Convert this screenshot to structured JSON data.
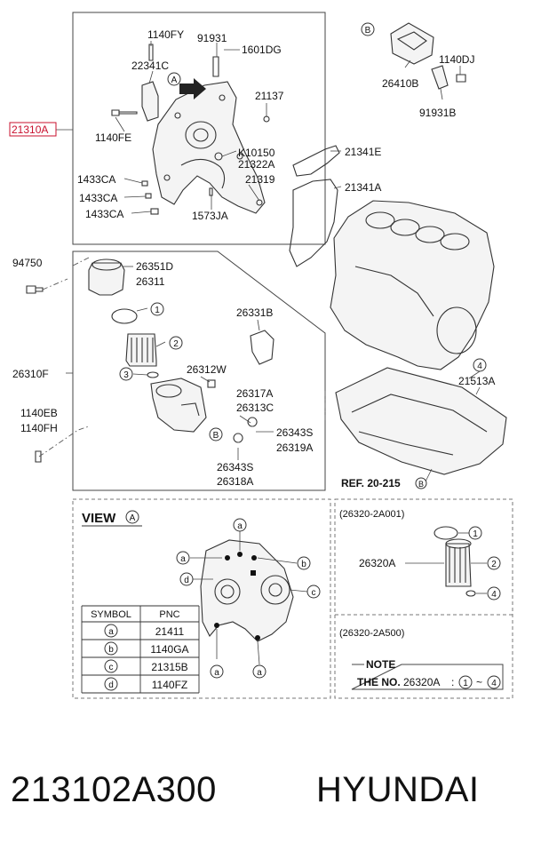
{
  "callouts": [
    {
      "id": "p1140FY",
      "text": "1140FY"
    },
    {
      "id": "p91931",
      "text": "91931"
    },
    {
      "id": "p1601DG",
      "text": "1601DG"
    },
    {
      "id": "p22341C",
      "text": "22341C"
    },
    {
      "id": "p21137",
      "text": "21137"
    },
    {
      "id": "p1140FE",
      "text": "1140FE"
    },
    {
      "id": "pK10150",
      "text": "K10150"
    },
    {
      "id": "p21322A",
      "text": "21322A"
    },
    {
      "id": "p21319",
      "text": "21319"
    },
    {
      "id": "p1433CA_1",
      "text": "1433CA"
    },
    {
      "id": "p1433CA_2",
      "text": "1433CA"
    },
    {
      "id": "p1433CA_3",
      "text": "1433CA"
    },
    {
      "id": "p1573JA",
      "text": "1573JA"
    },
    {
      "id": "p26410B",
      "text": "26410B"
    },
    {
      "id": "p1140DJ",
      "text": "1140DJ"
    },
    {
      "id": "p91931B",
      "text": "91931B"
    },
    {
      "id": "p21341E",
      "text": "21341E"
    },
    {
      "id": "p21341A",
      "text": "21341A"
    },
    {
      "id": "p94750",
      "text": "94750"
    },
    {
      "id": "p26351D",
      "text": "26351D"
    },
    {
      "id": "p26311",
      "text": "26311"
    },
    {
      "id": "p26331B",
      "text": "26331B"
    },
    {
      "id": "p26310F",
      "text": "26310F"
    },
    {
      "id": "p26312W",
      "text": "26312W"
    },
    {
      "id": "p26317A",
      "text": "26317A"
    },
    {
      "id": "p26313C",
      "text": "26313C"
    },
    {
      "id": "p1140EB",
      "text": "1140EB"
    },
    {
      "id": "p1140FH",
      "text": "1140FH"
    },
    {
      "id": "p26343S_1",
      "text": "26343S"
    },
    {
      "id": "p26319A",
      "text": "26319A"
    },
    {
      "id": "p26343S_2",
      "text": "26343S"
    },
    {
      "id": "p26318A",
      "text": "26318A"
    },
    {
      "id": "p21513A",
      "text": "21513A"
    },
    {
      "id": "pREF",
      "text": "REF. 20-215"
    }
  ],
  "highlighted_part": "21310A",
  "markers": {
    "A": "A",
    "B": "B",
    "n1": "1",
    "n2": "2",
    "n3": "3",
    "n4": "4",
    "a": "a",
    "b": "b",
    "c": "c",
    "d": "d"
  },
  "view_title": "VIEW",
  "table": {
    "headers": [
      "SYMBOL",
      "PNC"
    ],
    "rows": [
      {
        "symbol": "a",
        "pnc": "21411"
      },
      {
        "symbol": "b",
        "pnc": "1140GA"
      },
      {
        "symbol": "c",
        "pnc": "21315B"
      },
      {
        "symbol": "d",
        "pnc": "1140FZ"
      }
    ]
  },
  "kit": {
    "code1": "(26320-2A001)",
    "part": "26320A",
    "code2": "(26320-2A500)"
  },
  "note": {
    "title": "NOTE",
    "line_prefix": "THE NO.",
    "part": "26320A",
    "sep": ":",
    "range_start": "1",
    "tilde": "~",
    "range_end": "4"
  },
  "footer": {
    "part_number": "213102A300",
    "brand": "HYUNDAI"
  },
  "colors": {
    "highlight": "#c8102e",
    "line": "#333333"
  }
}
